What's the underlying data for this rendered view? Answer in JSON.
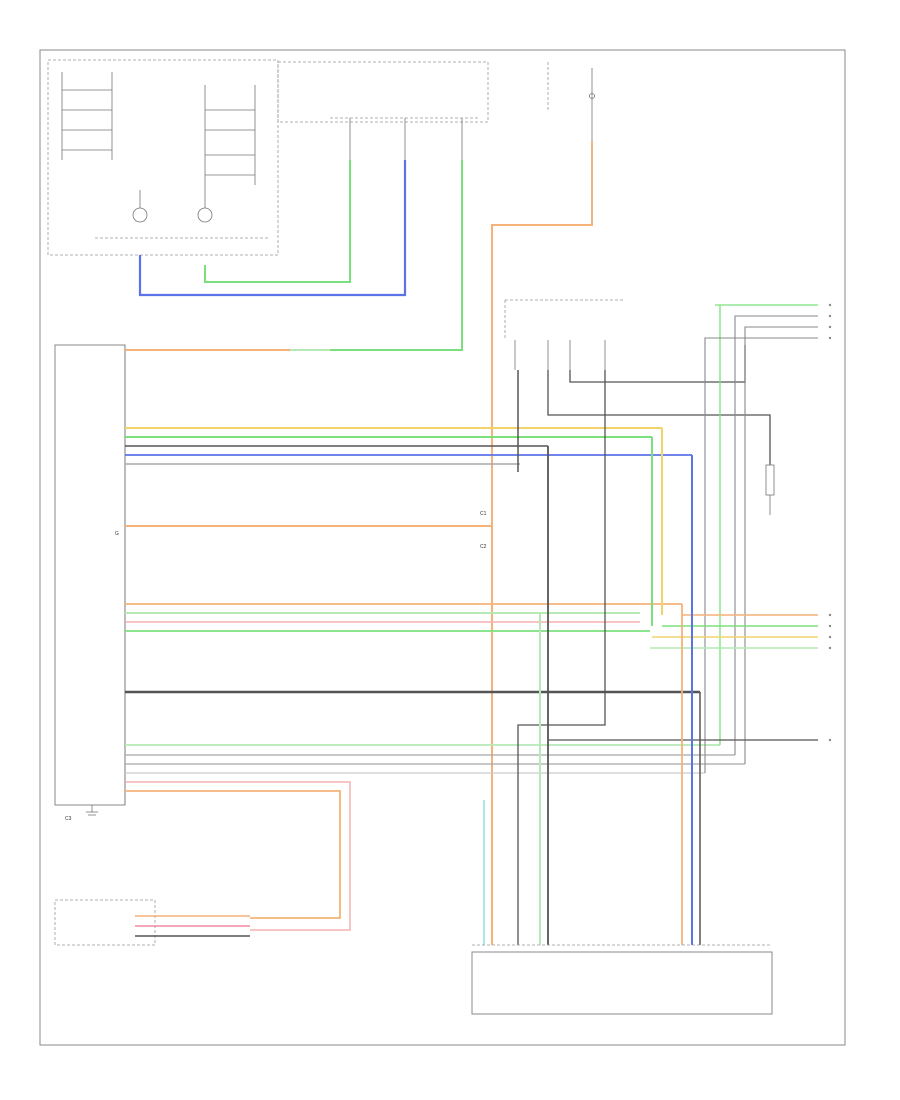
{
  "diagram": {
    "colors": {
      "orange": "#f5b27a",
      "green": "#7be07b",
      "blue": "#5b73e8",
      "yellow": "#f1d36a",
      "gray": "#555555",
      "light_gray": "#a8a8a8",
      "pink": "#f08aa0",
      "light_green": "#b6e9b6",
      "cyan": "#8fe0e0",
      "wire_pink": "#f3b1b1"
    },
    "connector_refs": {
      "c1": "C1",
      "c2": "C2",
      "c3": "C3",
      "g": "G"
    }
  }
}
